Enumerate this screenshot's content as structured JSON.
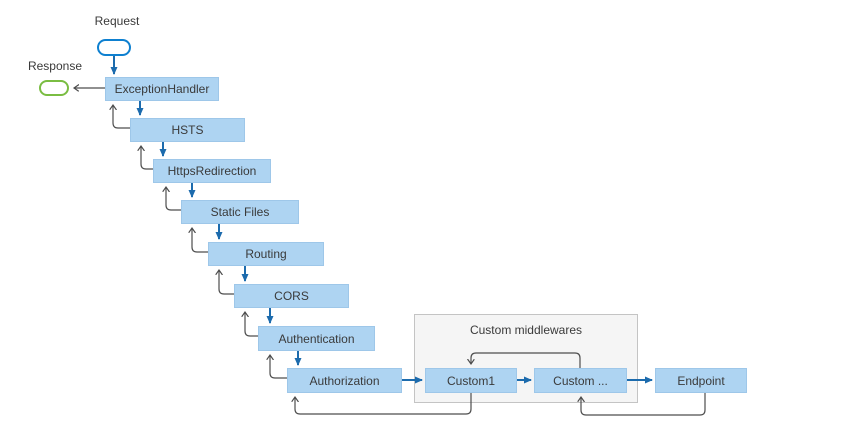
{
  "diagram": {
    "request_label": "Request",
    "response_label": "Response",
    "container_label": "Custom middlewares",
    "nodes": [
      {
        "id": "exception-handler",
        "label": "ExceptionHandler"
      },
      {
        "id": "hsts",
        "label": "HSTS"
      },
      {
        "id": "https-redirection",
        "label": "HttpsRedirection"
      },
      {
        "id": "static-files",
        "label": "Static Files"
      },
      {
        "id": "routing",
        "label": "Routing"
      },
      {
        "id": "cors",
        "label": "CORS"
      },
      {
        "id": "authentication",
        "label": "Authentication"
      },
      {
        "id": "authorization",
        "label": "Authorization"
      },
      {
        "id": "custom1",
        "label": "Custom1"
      },
      {
        "id": "custom-more",
        "label": "Custom ..."
      },
      {
        "id": "endpoint",
        "label": "Endpoint"
      }
    ],
    "colors": {
      "node_fill": "#AED4F2",
      "node_border": "#9EC7E9",
      "request_stroke": "#0E80D0",
      "response_stroke": "#7ABD42",
      "flow_arrow": "#1C6BAD",
      "return_arrow": "#4D4D4D",
      "container_fill": "#F5F5F5",
      "container_border": "#C4C4C4",
      "text": "#3A3A3A"
    }
  }
}
